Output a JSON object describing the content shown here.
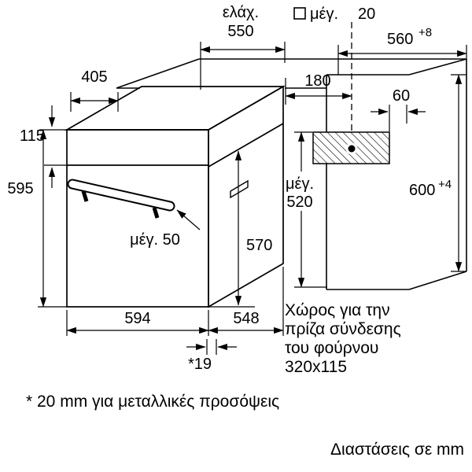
{
  "diagram": {
    "units_note": "Διαστάσεις σε mm",
    "footnote": "* 20 mm για μεταλλικές προσόψεις",
    "colors": {
      "line": "#000000",
      "background": "#ffffff"
    },
    "top": {
      "min_label": "ελάχ.",
      "min_value": "550",
      "square_label": "μέγ.",
      "square_value": "20",
      "niche_width": "560",
      "niche_width_tol": "+8"
    },
    "oven": {
      "top_depth": "405",
      "panel_height": "115",
      "height": "595",
      "width": "594",
      "depth": "548",
      "front_offset": "*19",
      "inner_depth": "570",
      "handle_max": "μέγ. 50"
    },
    "niche": {
      "socket_offset": "180",
      "socket_side": "60",
      "height": "600",
      "height_tol": "+4",
      "max_label": "μέγ.",
      "max_value": "520"
    },
    "socket_note": {
      "line1": "Χώρος για την",
      "line2": "πρίζα σύνδεσης",
      "line3": "του φούρνου",
      "line4": "320x115"
    }
  }
}
